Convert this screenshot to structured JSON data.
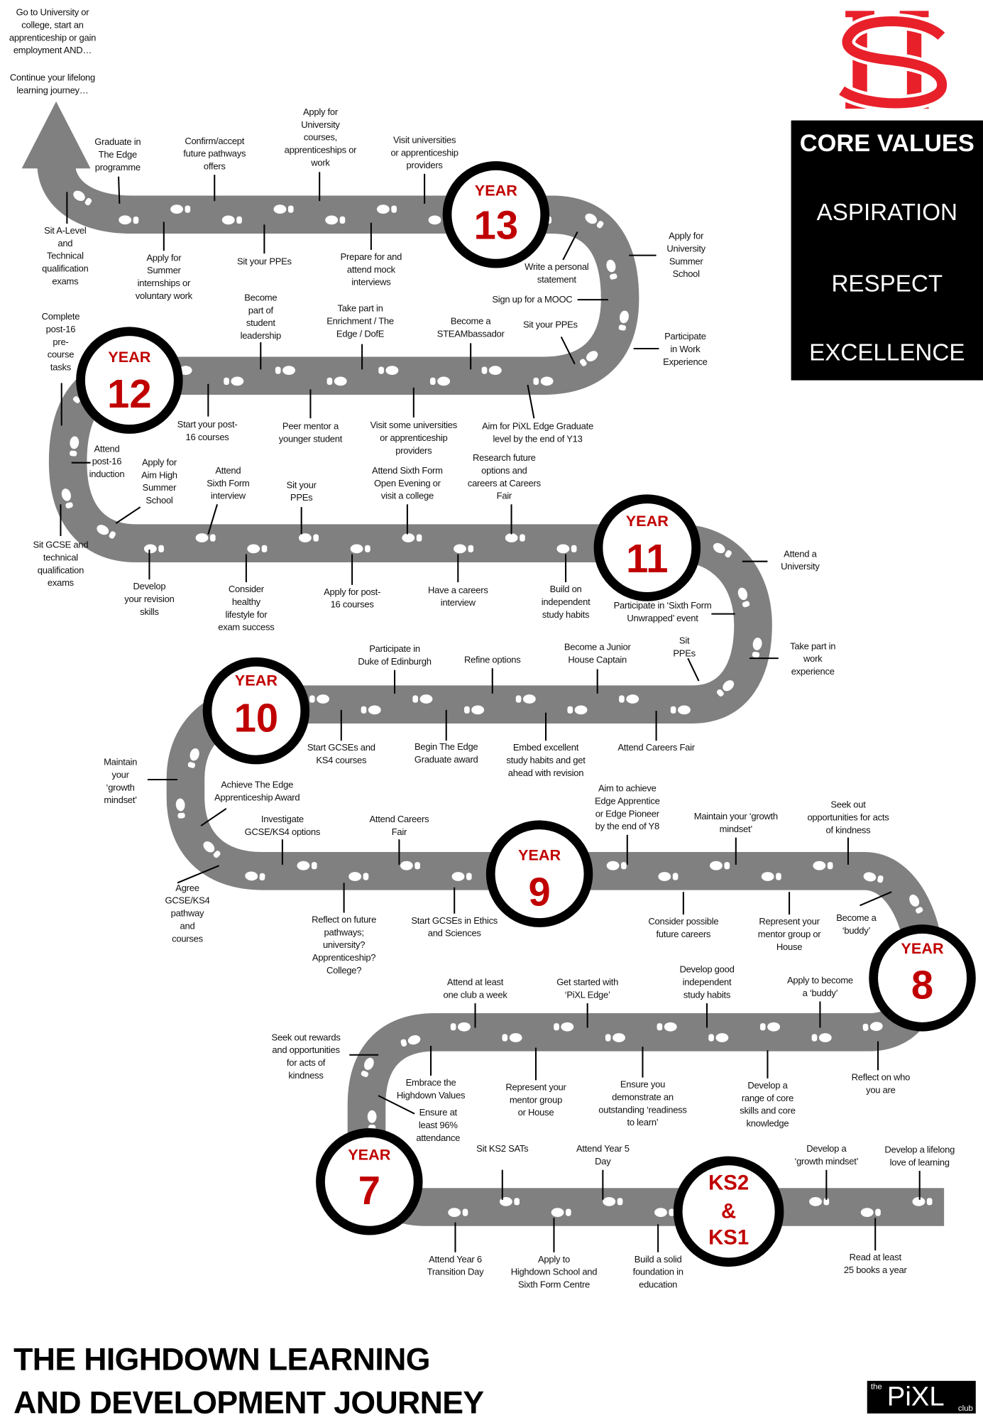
{
  "title": "THE HIGHDOWN LEARNING\nAND DEVELOPMENT JOURNEY",
  "logo": {
    "letters": "HS",
    "color": "#e8202a"
  },
  "pixl_logo": {
    "the": "the",
    "name": "PiXL",
    "club": "club"
  },
  "core_values": {
    "heading": "CORE VALUES",
    "values": [
      "ASPIRATION",
      "RESPECT",
      "EXCELLENCE"
    ]
  },
  "colors": {
    "road": "#808080",
    "year_text": "#c00000",
    "badge_ring": "#000000"
  },
  "stages": [
    {
      "year": "YEAR",
      "num": "13"
    },
    {
      "year": "YEAR",
      "num": "12"
    },
    {
      "year": "YEAR",
      "num": "11"
    },
    {
      "year": "YEAR",
      "num": "10"
    },
    {
      "year": "YEAR",
      "num": "9"
    },
    {
      "year": "YEAR",
      "num": "8"
    },
    {
      "year": "YEAR",
      "num": "7"
    }
  ],
  "ks_stage": {
    "line1": "KS2",
    "line2": "&",
    "line3": "KS1"
  },
  "labels": [
    {
      "text": "Go to University or\ncollege, start an\napprenticeship or gain\nemployment AND…"
    },
    {
      "text": "Continue your lifelong\nlearning journey…"
    },
    {
      "text": "Graduate in\nThe Edge\nprogramme"
    },
    {
      "text": "Confirm/accept\nfuture pathways\noffers"
    },
    {
      "text": "Apply for\nUniversity\ncourses,\napprenticeships or\nwork"
    },
    {
      "text": "Visit universities\nor apprenticeship\nproviders"
    },
    {
      "text": "Sit A-Level\nand\nTechnical\nqualification\nexams"
    },
    {
      "text": "Apply for\nSummer\ninternships or\nvoluntary work"
    },
    {
      "text": "Sit your PPEs"
    },
    {
      "text": "Prepare for and\nattend mock\ninterviews"
    },
    {
      "text": "Write a personal\nstatement"
    },
    {
      "text": "Apply for\nUniversity\nSummer\nSchool"
    },
    {
      "text": "Sign up for a MOOC"
    },
    {
      "text": "Sit your PPEs"
    },
    {
      "text": "Participate\nin Work\nExperience"
    },
    {
      "text": "Complete\npost-16\npre-\ncourse\ntasks"
    },
    {
      "text": "Become\npart of\nstudent\nleadership"
    },
    {
      "text": "Take part in\nEnrichment / The\nEdge / DofE"
    },
    {
      "text": "Become a\nSTEAMbassador"
    },
    {
      "text": "Start your post-\n16 courses"
    },
    {
      "text": "Peer mentor a\nyounger student"
    },
    {
      "text": "Visit some universities\nor apprenticeship\nproviders"
    },
    {
      "text": "Aim for PiXL Edge Graduate\nlevel by the end of Y13"
    },
    {
      "text": "Attend\npost-16\ninduction"
    },
    {
      "text": "Apply for\nAim High\nSummer\nSchool"
    },
    {
      "text": "Sit GCSE and\ntechnical\nqualification\nexams"
    },
    {
      "text": "Attend\nSixth Form\ninterview"
    },
    {
      "text": "Sit your\nPPEs"
    },
    {
      "text": "Attend Sixth Form\nOpen Evening or\nvisit a college"
    },
    {
      "text": "Research future\noptions and\ncareers at Careers\nFair"
    },
    {
      "text": "Develop\nyour revision\nskills"
    },
    {
      "text": "Consider\nhealthy\nlifestyle for\nexam success"
    },
    {
      "text": "Apply for post-\n16 courses"
    },
    {
      "text": "Have a careers\ninterview"
    },
    {
      "text": "Build on\nindependent\nstudy habits"
    },
    {
      "text": "Attend a\nUniversity"
    },
    {
      "text": "Participate in ‘Sixth Form\nUnwrapped’ event"
    },
    {
      "text": "Sit\nPPEs"
    },
    {
      "text": "Take part in\nwork\nexperience"
    },
    {
      "text": "Participate in\nDuke of Edinburgh"
    },
    {
      "text": "Refine options"
    },
    {
      "text": "Become a Junior\nHouse Captain"
    },
    {
      "text": "Start GCSEs and\nKS4 courses"
    },
    {
      "text": "Begin The Edge\nGraduate award"
    },
    {
      "text": "Embed excellent\nstudy habits and get\nahead with revision"
    },
    {
      "text": "Attend Careers Fair"
    },
    {
      "text": "Maintain\nyour\n‘growth\nmindset’"
    },
    {
      "text": "Achieve The Edge\nApprenticeship Award"
    },
    {
      "text": "Agree\nGCSE/KS4\npathway\nand\ncourses"
    },
    {
      "text": "Investigate\nGCSE/KS4 options"
    },
    {
      "text": "Attend Careers\nFair"
    },
    {
      "text": "Aim to achieve\nEdge Apprentice\nor Edge Pioneer\nby the end of Y8"
    },
    {
      "text": "Maintain your ‘growth\nmindset’"
    },
    {
      "text": "Seek out\nopportunities for acts\nof kindness"
    },
    {
      "text": "Reflect on future\npathways;\nuniversity?\nApprenticeship?\nCollege?"
    },
    {
      "text": "Start GCSEs in Ethics\nand Sciences"
    },
    {
      "text": "Consider possible\nfuture careers"
    },
    {
      "text": "Represent your\nmentor group or\nHouse"
    },
    {
      "text": "Become a\n‘buddy’"
    },
    {
      "text": "Attend at least\none club a week"
    },
    {
      "text": "Get started with\n‘PiXL Edge’"
    },
    {
      "text": "Develop good\nindependent\nstudy habits"
    },
    {
      "text": "Apply to become\na ‘buddy’"
    },
    {
      "text": "Seek out rewards\nand opportunities\nfor acts of\nkindness"
    },
    {
      "text": "Embrace the\nHighdown Values"
    },
    {
      "text": "Represent your\nmentor group\nor House"
    },
    {
      "text": "Ensure you\ndemonstrate an\noutstanding ‘readiness\nto learn’"
    },
    {
      "text": "Develop a\nrange of core\nskills and core\nknowledge"
    },
    {
      "text": "Reflect on who\nyou are"
    },
    {
      "text": "Ensure at\nleast 96%\nattendance"
    },
    {
      "text": "Sit KS2 SATs"
    },
    {
      "text": "Attend Year 5\nDay"
    },
    {
      "text": "Develop a\n‘growth mindset’"
    },
    {
      "text": "Develop a lifelong\nlove of learning"
    },
    {
      "text": "Attend Year 6\nTransition Day"
    },
    {
      "text": "Apply to\nHighdown School and\nSixth Form Centre"
    },
    {
      "text": "Build a solid\nfoundation in\neducation"
    },
    {
      "text": "Read at least\n25 books a year"
    }
  ]
}
